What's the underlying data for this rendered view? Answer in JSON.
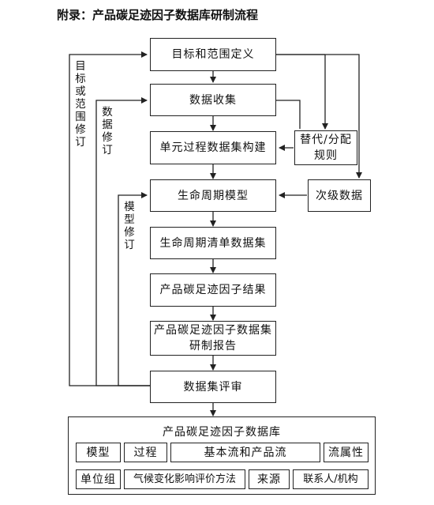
{
  "title": "附录：产品碳足迹因子数据库研制流程",
  "steps": {
    "s1": "目标和范围定义",
    "s2": "数据收集",
    "s3": "单元过程数据集构建",
    "s4": "生命周期模型",
    "s5": "生命周期清单数据集",
    "s6": "产品碳足迹因子结果",
    "s7": "产品碳足迹因子数据集\n研制报告",
    "s8": "数据集评审"
  },
  "side_boxes": {
    "substitute": "替代/分配\n规则",
    "secondary": "次级数据"
  },
  "loop_labels": {
    "goal_scope_revision": "目标或范围修订",
    "data_revision": "数据修订",
    "model_revision": "模型修订"
  },
  "database": {
    "title": "产品碳足迹因子数据库",
    "row1": [
      "模型",
      "过程",
      "基本流和产品流",
      "流属性"
    ],
    "row2": [
      "单位组",
      "气候变化影响评价方法",
      "来源",
      "联系人/机构"
    ]
  }
}
